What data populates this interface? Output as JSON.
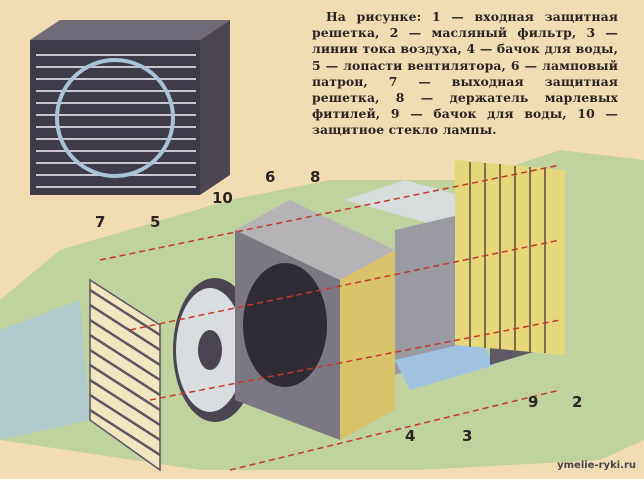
{
  "caption": "На рисунке: 1 — входная защитная решетка, 2 — масляный фильтр, 3 — линии тока воздуха, 4 — бачок для воды, 5 — лопасти вентилятора, 6 — ламповый патрон, 7 — выходная защитная решетка, 8 — держатель марлевых фитилей, 9 — бачок для воды, 10 — защитное стекло лампы.",
  "labels": {
    "l7": "7",
    "l5": "5",
    "l10": "10",
    "l6": "6",
    "l8": "8",
    "l4": "4",
    "l3": "3",
    "l9": "9",
    "l2": "2"
  },
  "watermark": "ymelie-ryki.ru",
  "colors": {
    "paper": "#f2dcb4",
    "green": "#a9c98f",
    "box": "#8a8f9a",
    "yellow": "#e6d46a",
    "blue": "#9fc3e0",
    "arrow": "#c33a2c"
  }
}
